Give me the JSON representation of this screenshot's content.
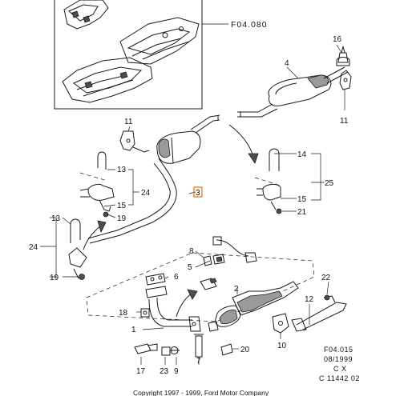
{
  "figure": {
    "inset_ref": "F04.080",
    "footer_ref": "F04.015",
    "footer_date": "08/1999",
    "footer_code": "C X",
    "footer_id": "C 11442 02",
    "copyright": "Copyright 1997 - 1999, Ford Motor Company"
  },
  "callouts": {
    "c1": "1",
    "c2": "2",
    "c3": "3",
    "c4": "4",
    "c5": "5",
    "c6": "6",
    "c7": "7",
    "c8": "8",
    "c9": "9",
    "c10": "10",
    "c11a": "11",
    "c11b": "11",
    "c12": "12",
    "c13a": "13",
    "c13b": "13",
    "c14": "14",
    "c15a": "15",
    "c15b": "15",
    "c16": "16",
    "c17": "17",
    "c18": "18",
    "c19a": "19",
    "c19b": "19",
    "c20": "20",
    "c21": "21",
    "c22": "22",
    "c23": "23",
    "c24a": "24",
    "c24b": "24",
    "c25": "25"
  },
  "colors": {
    "line": "#1a1a1a",
    "highlight": "#f07000",
    "shade": "#9a9a9a"
  }
}
